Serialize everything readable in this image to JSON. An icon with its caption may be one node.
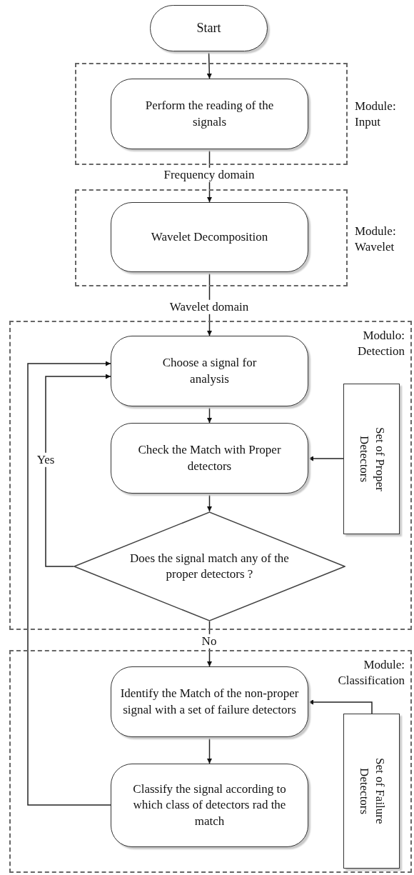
{
  "diagram": {
    "nodes": [
      {
        "text": [
          "Start"
        ]
      },
      {
        "text": [],
        "shape": "box",
        "beside": [
          "Module: Input"
        ]
      },
      {
        "text": [
          "Perform the reading of the signals"
        ],
        "in": 1
      },
      {
        "text": [],
        "shape": "box",
        "beside": [
          "Module: Wavelet"
        ]
      },
      {
        "text": [
          "Wavelet Decomposition"
        ],
        "in": 3
      },
      {
        "text": [
          "Modulo: Detection"
        ]
      },
      {
        "text": [
          "Choose a signal for analysis"
        ],
        "in": 5
      },
      {
        "text": [
          "Check the Match with Proper detectors"
        ],
        "in": 5
      },
      {
        "text": [
          "Does the signal match any of the proper detectors ?"
        ],
        "in": 5
      },
      {
        "text": [
          "Set of Proper Detectors"
        ],
        "in": 5
      },
      {
        "text": [
          "Module: Classification"
        ]
      },
      {
        "text": [
          "Identify the Match of the non-proper signal with a set of failure detectors"
        ],
        "in": 10
      },
      {
        "text": [
          "Classify the signal according to which class of detectors rad the match"
        ],
        "in": 10
      },
      {
        "text": [
          "Set of Failure Detectors"
        ],
        "in": 10
      }
    ],
    "edges": [
      {
        "from": 0,
        "to": 2,
        "arrow": "to"
      },
      {
        "from": 2,
        "to": 4,
        "arrow": "to",
        "label": "Frequency domain"
      },
      {
        "from": 4,
        "to": 6,
        "arrow": "to",
        "label": "Wavelet domain"
      },
      {
        "from": 6,
        "to": 7,
        "arrow": "to"
      },
      {
        "from": 7,
        "to": 8,
        "arrow": "to"
      },
      {
        "from": 9,
        "to": 7,
        "arrow": "to"
      },
      {
        "from": 8,
        "to": 6,
        "arrow": "to",
        "label": "Yes"
      },
      {
        "from": 8,
        "to": 11,
        "arrow": "to",
        "label": "No"
      },
      {
        "from": 11,
        "to": 12,
        "arrow": "to"
      },
      {
        "from": 13,
        "to": 11,
        "arrow": "to"
      },
      {
        "from": 12,
        "to": 6,
        "arrow": "to"
      }
    ]
  }
}
